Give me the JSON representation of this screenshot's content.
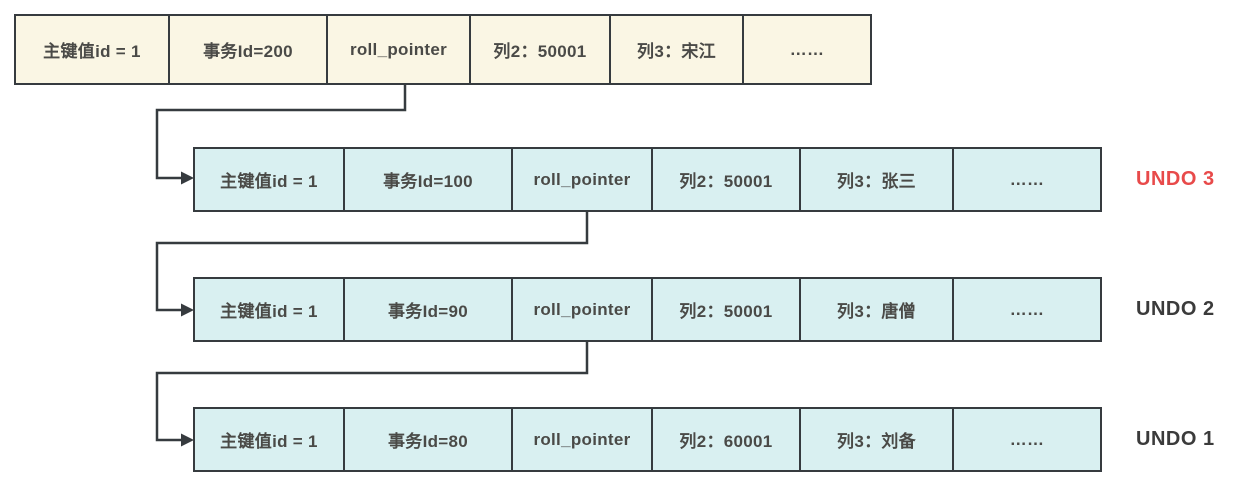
{
  "diagram": {
    "colors": {
      "record_fill": "#FAF6E4",
      "undo_fill": "#D9F0F1",
      "border": "#363B3F",
      "line": "#363B3F",
      "cell_text": "#4A4A47",
      "undo_label": "#3B3B3B",
      "undo3_label": "#E84A4A",
      "background": "#FFFFFF"
    },
    "rows": [
      {
        "id": "record",
        "kind": "record",
        "label": "",
        "cells": [
          "主键值id = 1",
          "事务Id=200",
          "roll_pointer",
          "列2：50001",
          "列3：宋江",
          "……"
        ]
      },
      {
        "id": "undo3",
        "kind": "undo",
        "label": "UNDO 3",
        "cells": [
          "主键值id = 1",
          "事务Id=100",
          "roll_pointer",
          "列2：50001",
          "列3：张三",
          "……"
        ]
      },
      {
        "id": "undo2",
        "kind": "undo",
        "label": "UNDO 2",
        "cells": [
          "主键值id = 1",
          "事务Id=90",
          "roll_pointer",
          "列2：50001",
          "列3：唐僧",
          "……"
        ]
      },
      {
        "id": "undo1",
        "kind": "undo",
        "label": "UNDO 1",
        "cells": [
          "主键值id = 1",
          "事务Id=80",
          "roll_pointer",
          "列2：60001",
          "列3：刘备",
          "……"
        ]
      }
    ],
    "connectors": [
      {
        "from": "record.roll_pointer",
        "to": "undo3"
      },
      {
        "from": "undo3.roll_pointer",
        "to": "undo2"
      },
      {
        "from": "undo2.roll_pointer",
        "to": "undo1"
      }
    ]
  }
}
